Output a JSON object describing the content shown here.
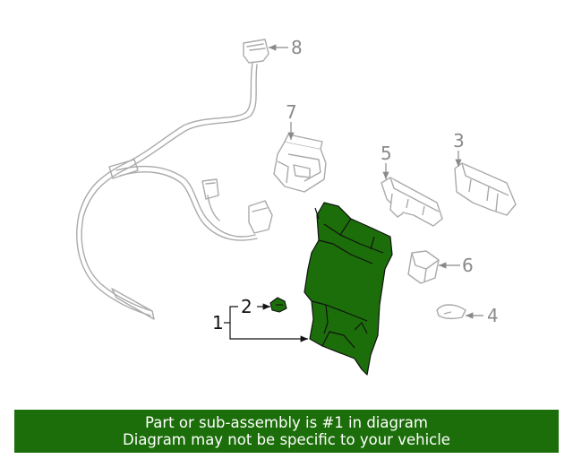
{
  "callouts": {
    "c1": "1",
    "c2": "2",
    "c3": "3",
    "c4": "4",
    "c5": "5",
    "c6": "6",
    "c7": "7",
    "c8": "8"
  },
  "colors": {
    "highlight": "#1c6e0a",
    "part_outline": "#aaaaaa",
    "label_gray": "#8a8a8a"
  },
  "banner": {
    "line1": "Part or sub-assembly is #1 in diagram",
    "line2": "Diagram may not be specific to your vehicle"
  }
}
